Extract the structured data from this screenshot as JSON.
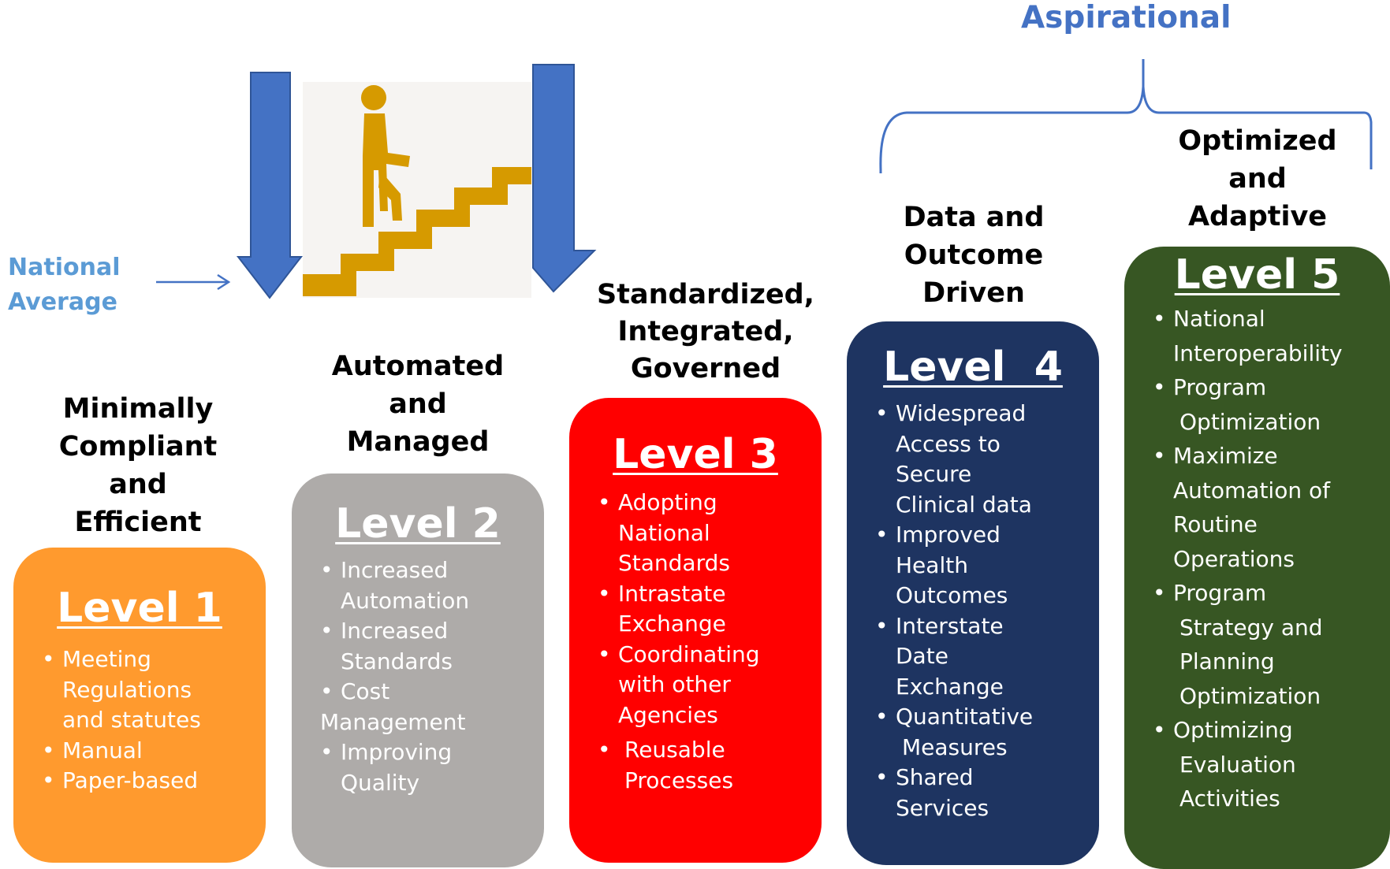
{
  "annotations": {
    "aspirational": "Aspirational",
    "national_average": [
      "National",
      "Average"
    ]
  },
  "levels": [
    {
      "heading": [
        "Minimally",
        "Compliant",
        "and",
        "Efficient"
      ],
      "title": "Level 1",
      "color": "#FF9A2E",
      "bullets": [
        [
          "Meeting",
          "Regulations",
          "and statutes"
        ],
        [
          "Manual"
        ],
        [
          "Paper-based"
        ]
      ]
    },
    {
      "heading": [
        "Automated",
        "and",
        "Managed"
      ],
      "title": "Level 2",
      "color": "#AEABA9",
      "bullets": [
        [
          "Increased",
          "Automation"
        ],
        [
          "Increased",
          "Standards"
        ],
        [
          "Cost",
          "Management"
        ],
        [
          "Improving",
          "Quality"
        ]
      ]
    },
    {
      "heading": [
        "Standardized,",
        "Integrated,",
        "Governed"
      ],
      "title": "Level 3",
      "color": "#FF0000",
      "bullets": [
        [
          "Adopting",
          "National",
          "Standards"
        ],
        [
          "Intrastate",
          "Exchange"
        ],
        [
          "Coordinating",
          "with other",
          "Agencies"
        ],
        [
          "Reusable",
          "Processes"
        ]
      ]
    },
    {
      "heading": [
        "Data and",
        "Outcome",
        "Driven"
      ],
      "title": "Level  4",
      "color": "#1E3461",
      "bullets": [
        [
          "Widespread",
          "Access to",
          "Secure",
          "Clinical data"
        ],
        [
          "Improved",
          "Health",
          "Outcomes"
        ],
        [
          "Interstate",
          "Date",
          "Exchange"
        ],
        [
          "Quantitative",
          "Measures"
        ],
        [
          "Shared",
          "Services"
        ]
      ]
    },
    {
      "heading": [
        "Optimized",
        "and",
        "Adaptive"
      ],
      "title": "Level 5",
      "color": "#375623",
      "bullets": [
        [
          "National",
          "Interoperability"
        ],
        [
          "Program",
          "Optimization"
        ],
        [
          "Maximize",
          "Automation of",
          "Routine",
          "Operations"
        ],
        [
          "Program",
          "Strategy and",
          "Planning",
          "Optimization"
        ],
        [
          "Optimizing",
          "Evaluation",
          "Activities"
        ]
      ]
    }
  ]
}
